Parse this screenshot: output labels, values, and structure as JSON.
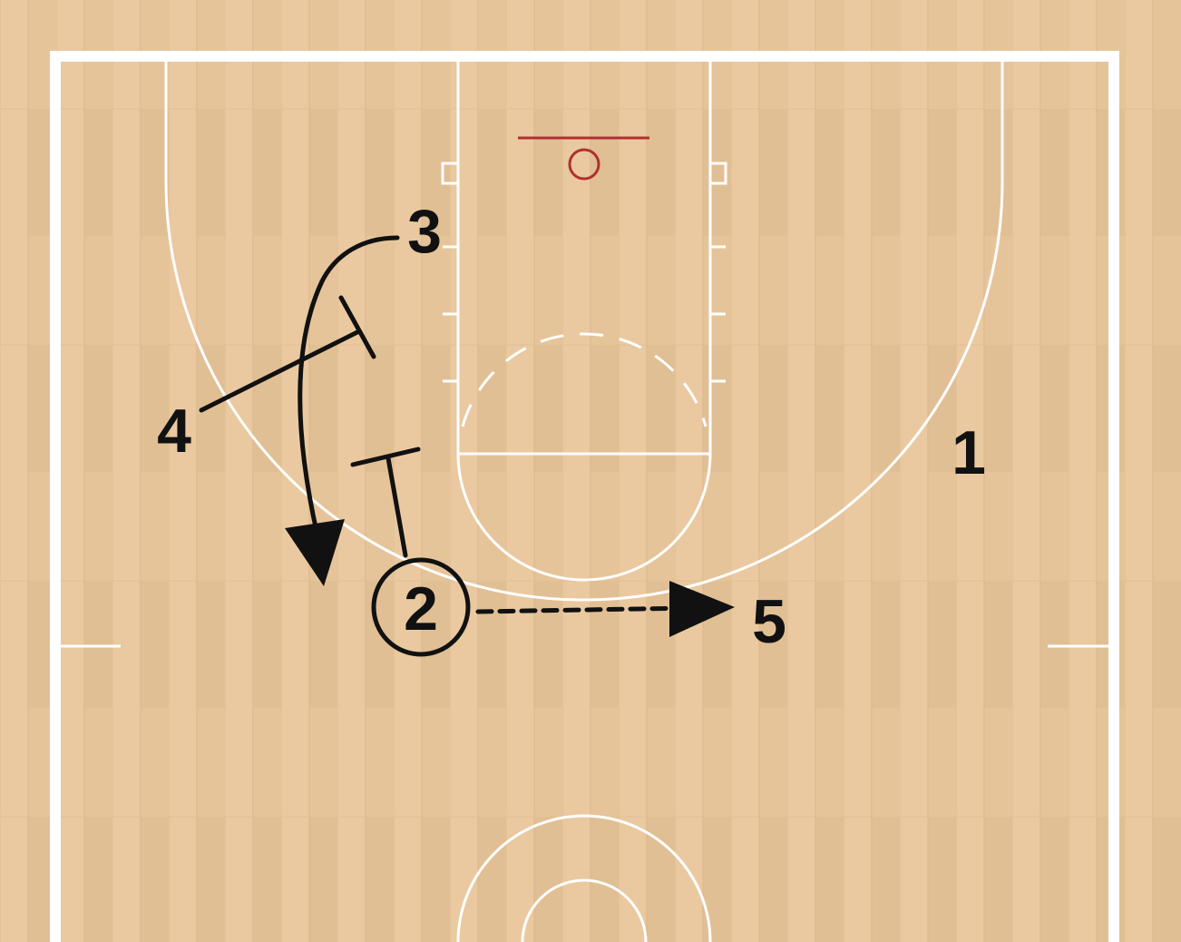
{
  "colors": {
    "floor": "#e6c49a",
    "floor_plank_light": "#eccda6",
    "floor_plank_dark": "#dcb88c",
    "court_lines": "#ffffff",
    "rim": "#b03030",
    "ink": "#111111"
  },
  "players": [
    {
      "id": "p1",
      "label": "1",
      "has_ball": false
    },
    {
      "id": "p2",
      "label": "2",
      "has_ball": true
    },
    {
      "id": "p3",
      "label": "3",
      "has_ball": false
    },
    {
      "id": "p4",
      "label": "4",
      "has_ball": false
    },
    {
      "id": "p5",
      "label": "5",
      "has_ball": false
    }
  ],
  "actions": [
    {
      "type": "cut",
      "from": "3"
    },
    {
      "type": "screen",
      "by": "4"
    },
    {
      "type": "screen",
      "by": "2"
    },
    {
      "type": "pass",
      "from": "2",
      "to": "5"
    }
  ]
}
